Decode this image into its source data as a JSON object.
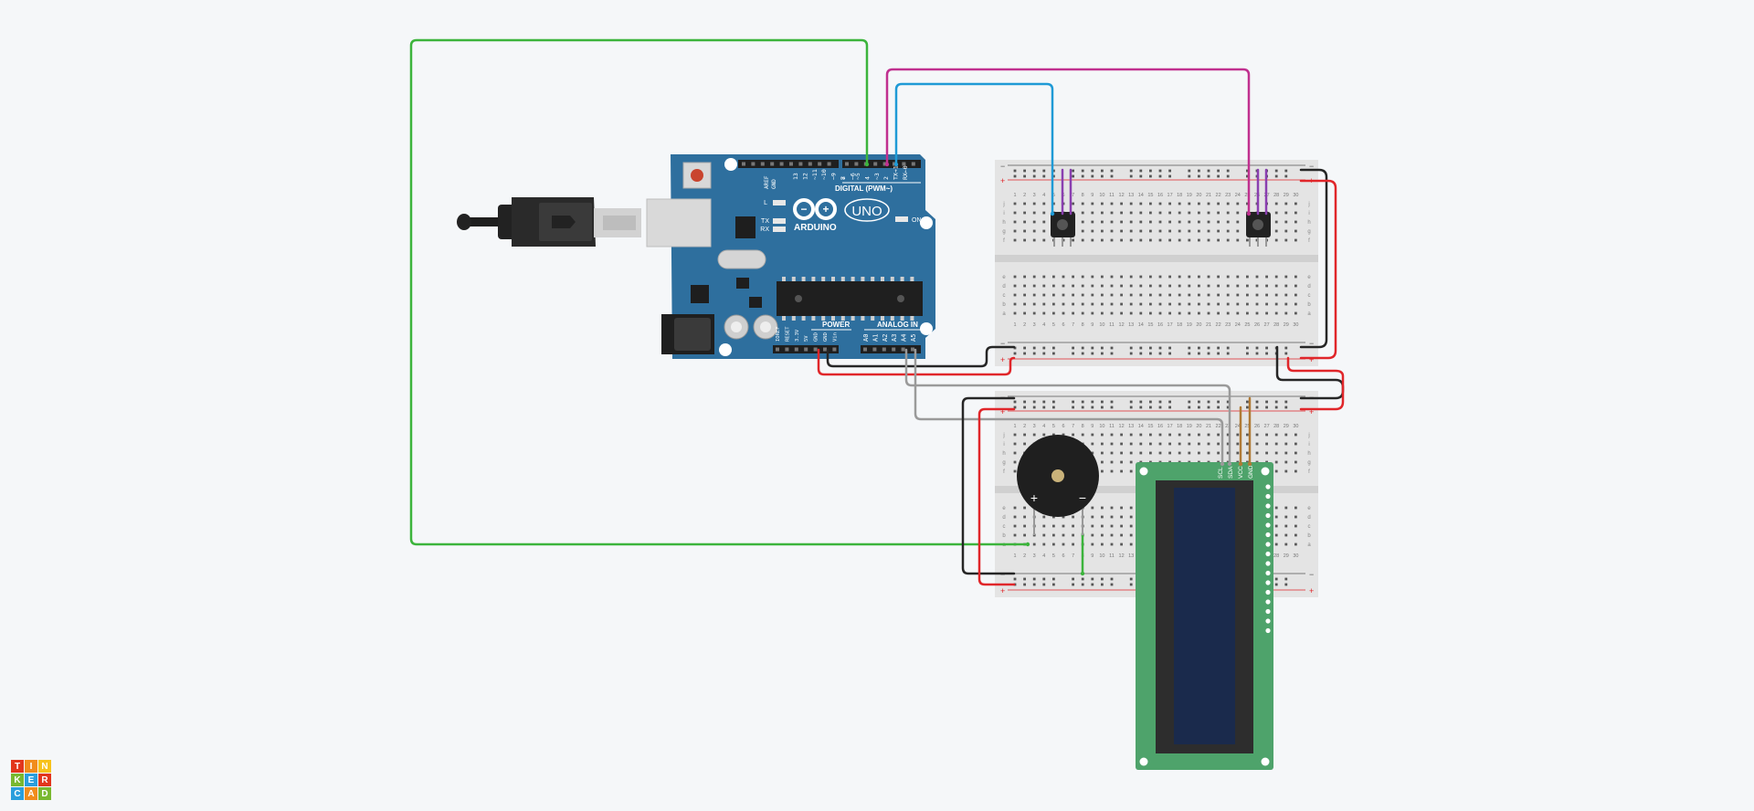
{
  "arduino": {
    "aref": "AREF",
    "gnd": "GND",
    "digital_pins": [
      "13",
      "12",
      "~11",
      "~10",
      "~9",
      "8",
      "7",
      "~6",
      "~5",
      "4",
      "~3",
      "2",
      "TX→1",
      "RX←0"
    ],
    "digital_label": "DIGITAL (PWM~)",
    "brand": "ARDUINO",
    "model": "UNO",
    "on_label": "ON",
    "led_l": "L",
    "led_tx": "TX",
    "led_rx": "RX",
    "power_label": "POWER",
    "power_pins": [
      "IOREF",
      "RESET",
      "3.3V",
      "5V",
      "GND",
      "GND",
      "Vin"
    ],
    "analog_label": "ANALOG IN",
    "analog_pins": [
      "A0",
      "A1",
      "A2",
      "A3",
      "A4",
      "A5"
    ]
  },
  "breadboard": {
    "columns": [
      "1",
      "2",
      "3",
      "4",
      "5",
      "6",
      "7",
      "8",
      "9",
      "10",
      "11",
      "12",
      "13",
      "14",
      "15",
      "16",
      "17",
      "18",
      "19",
      "20",
      "21",
      "22",
      "23",
      "24",
      "25",
      "26",
      "27",
      "28",
      "29",
      "30"
    ],
    "rows_top": [
      "j",
      "i",
      "h",
      "g",
      "f"
    ],
    "rows_bottom": [
      "e",
      "d",
      "c",
      "b",
      "a"
    ],
    "minus": "−",
    "plus": "+"
  },
  "buzzer": {
    "plus": "+",
    "minus": "−"
  },
  "lcd": {
    "pins": [
      "GND",
      "VCC",
      "SDA",
      "SCL"
    ]
  },
  "logo": {
    "letters": [
      "T",
      "I",
      "N",
      "K",
      "E",
      "R",
      "C",
      "A",
      "D"
    ]
  },
  "colors": {
    "background": "#f5f7f9",
    "arduino_board": "#2e6f9e",
    "breadboard": "#e4e4e4",
    "lcd_pcb": "#4ea36b",
    "lcd_screen": "#1a2a4c",
    "wire_green": "#3cb43c",
    "wire_magenta": "#c0308f",
    "wire_blue": "#1f9ad6",
    "wire_red": "#e0262a",
    "wire_black": "#262626",
    "wire_gray": "#9a9a9a",
    "wire_brown": "#b07a36"
  }
}
